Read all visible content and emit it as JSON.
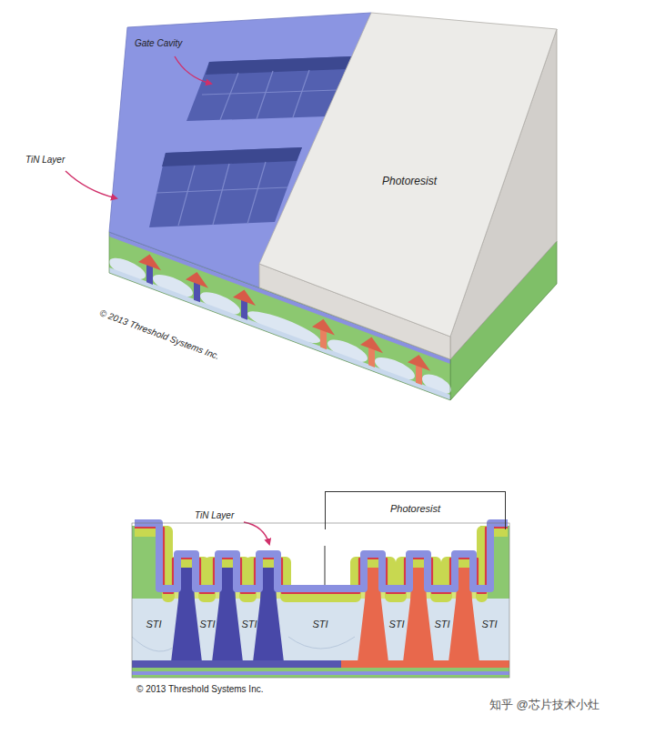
{
  "diagram": {
    "nodes": [
      {
        "text": [
          "Photoresist"
        ]
      },
      {
        "text": [
          "Photoresist"
        ]
      },
      {
        "text": [
          "STI"
        ]
      },
      {
        "text": [
          "STI"
        ]
      },
      {
        "text": [
          "STI"
        ]
      },
      {
        "text": [
          "STI"
        ]
      },
      {
        "text": [
          "STI"
        ]
      },
      {
        "text": [
          "STI"
        ]
      },
      {
        "text": [
          "STI"
        ]
      }
    ],
    "labels": [
      "Gate Cavity",
      "TiN Layer",
      "© 2013 Threshold Systems Inc.",
      "TiN Layer",
      "© 2013 Threshold Systems Inc.",
      "知乎 @芯片技术小灶"
    ]
  }
}
